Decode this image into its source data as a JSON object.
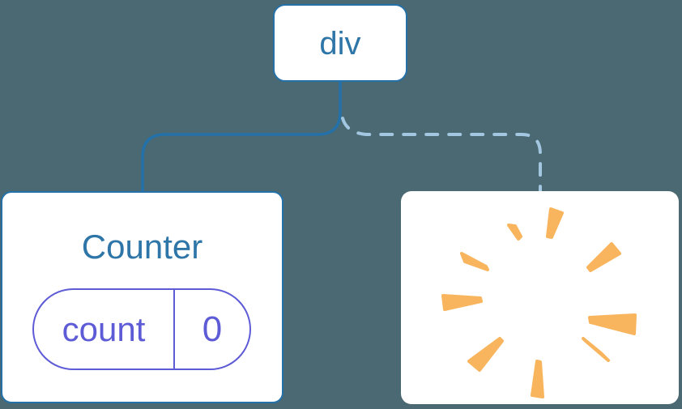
{
  "diagram": {
    "description": "Component tree: a div root keeps a Counter child (solid link) while its second child is removed with a poof (dashed link)",
    "root_node": {
      "label": "div"
    },
    "counter_node": {
      "title": "Counter",
      "state_key": "count",
      "state_value": "0",
      "link_style": "solid"
    },
    "removed_node": {
      "icon": "poof",
      "link_style": "dashed"
    },
    "colors": {
      "background": "#4A6972",
      "card": "#FFFFFF",
      "node_blue": "#2471A9",
      "text_blue": "#2F76A8",
      "link_dashed": "#A3C6E1",
      "state_purple": "#5E5BD6",
      "poof_orange": "#F8B55E"
    }
  }
}
